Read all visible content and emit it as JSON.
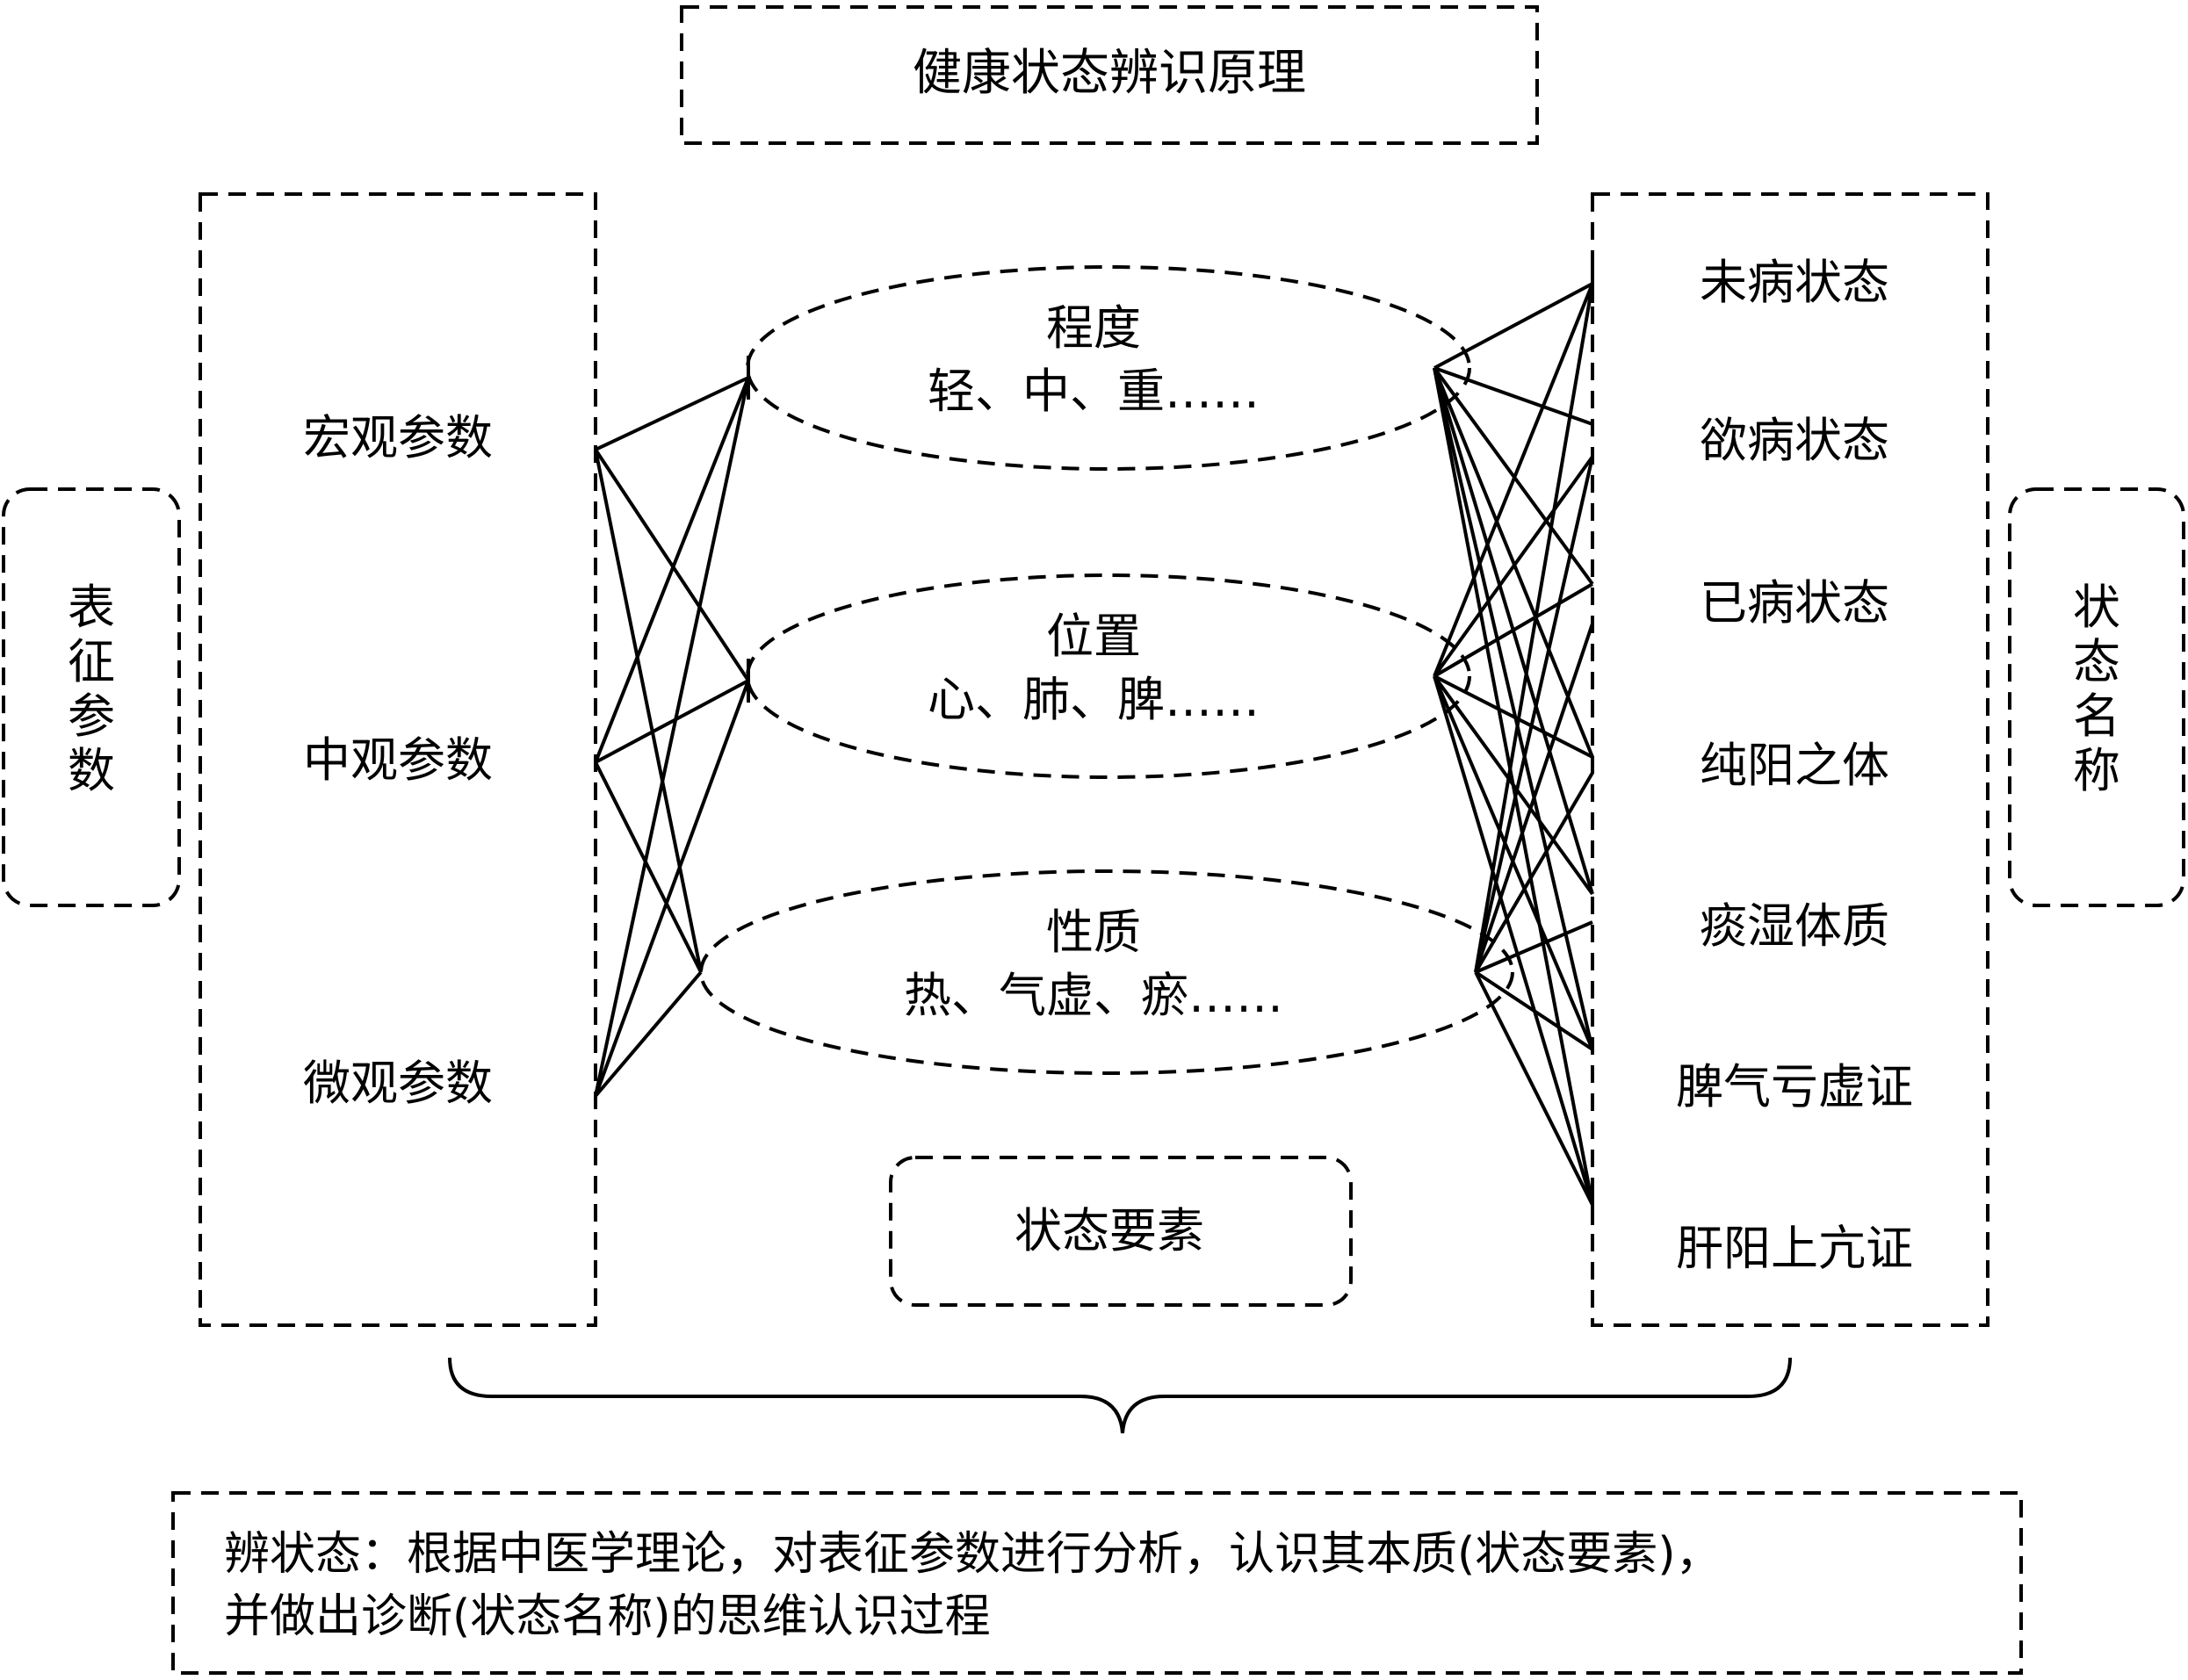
{
  "title": "健康状态辨识原理",
  "left_side_label": [
    "表",
    "征",
    "参",
    "数"
  ],
  "right_side_label": [
    "状",
    "态",
    "名",
    "称"
  ],
  "parameters": [
    "宏观参数",
    "中观参数",
    "微观参数"
  ],
  "elements": [
    {
      "name": "程度",
      "examples": "轻、中、重……"
    },
    {
      "name": "位置",
      "examples": "心、肺、脾……"
    },
    {
      "name": "性质",
      "examples": "热、气虚、瘀……"
    }
  ],
  "elements_label": "状态要素",
  "state_names": [
    "未病状态",
    "欲病状态",
    "已病状态",
    "纯阳之体",
    "痰湿体质",
    "脾气亏虚证",
    "肝阳上亢证"
  ],
  "definition": {
    "line1": "辨状态：根据中医学理论，对表征参数进行分析，认识其本质(状态要素)，",
    "line2": "并做出诊断(状态名称)的思维认识过程"
  }
}
